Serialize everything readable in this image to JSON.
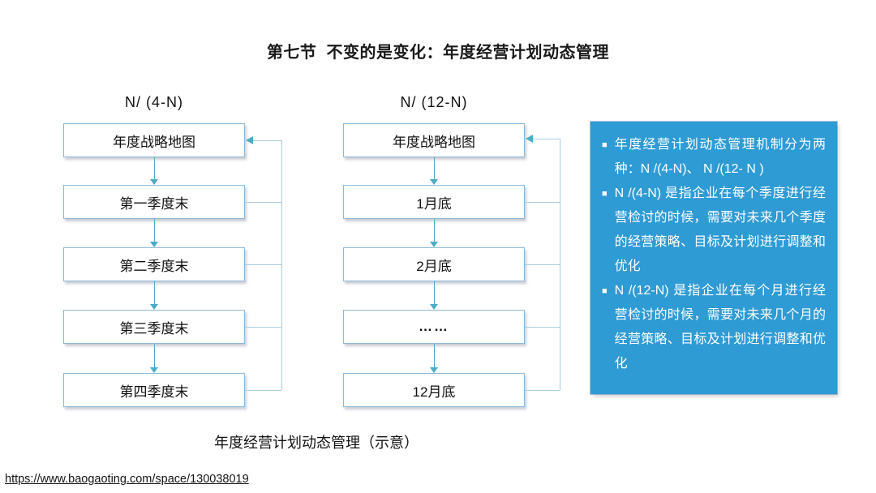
{
  "title": "第七节  不变的是变化：年度经营计划动态管理",
  "caption": "年度经营计划动态管理（示意）",
  "source_url": "https://www.baogaoting.com/space/130038019",
  "colors": {
    "panel_blue": "#2e9bd5",
    "panel_text": "#ffffff",
    "box_border": "#8fbadc",
    "box_fill": "#ffffff",
    "connector_arrow": "#4bacc6",
    "feedback_line": "#a9ccdf",
    "text": "#1a1a1a"
  },
  "flowcharts": [
    {
      "id": "quarterly",
      "header": "N/ (4-N)",
      "nodes": [
        "年度战略地图",
        "第一季度末",
        "第二季度末",
        "第三季度末",
        "第四季度末"
      ]
    },
    {
      "id": "monthly",
      "header": "N/ (12-N)",
      "nodes": [
        "年度战略地图",
        "1月底",
        "2月底",
        "……",
        "12月底"
      ]
    }
  ],
  "notes_panel": {
    "bullet_glyph": "■",
    "bullets": [
      "年度经营计划动态管理机制分为两种：N /(4-N)、 N /(12- N )",
      "N /(4-N) 是指企业在每个季度进行经营检讨的时候，需要对未来几个季度的经营策略、目标及计划进行调整和优化",
      "N /(12-N) 是指企业在每个月进行经营检讨的时候，需要对未来几个月的经营策略、目标及计划进行调整和优化"
    ]
  }
}
